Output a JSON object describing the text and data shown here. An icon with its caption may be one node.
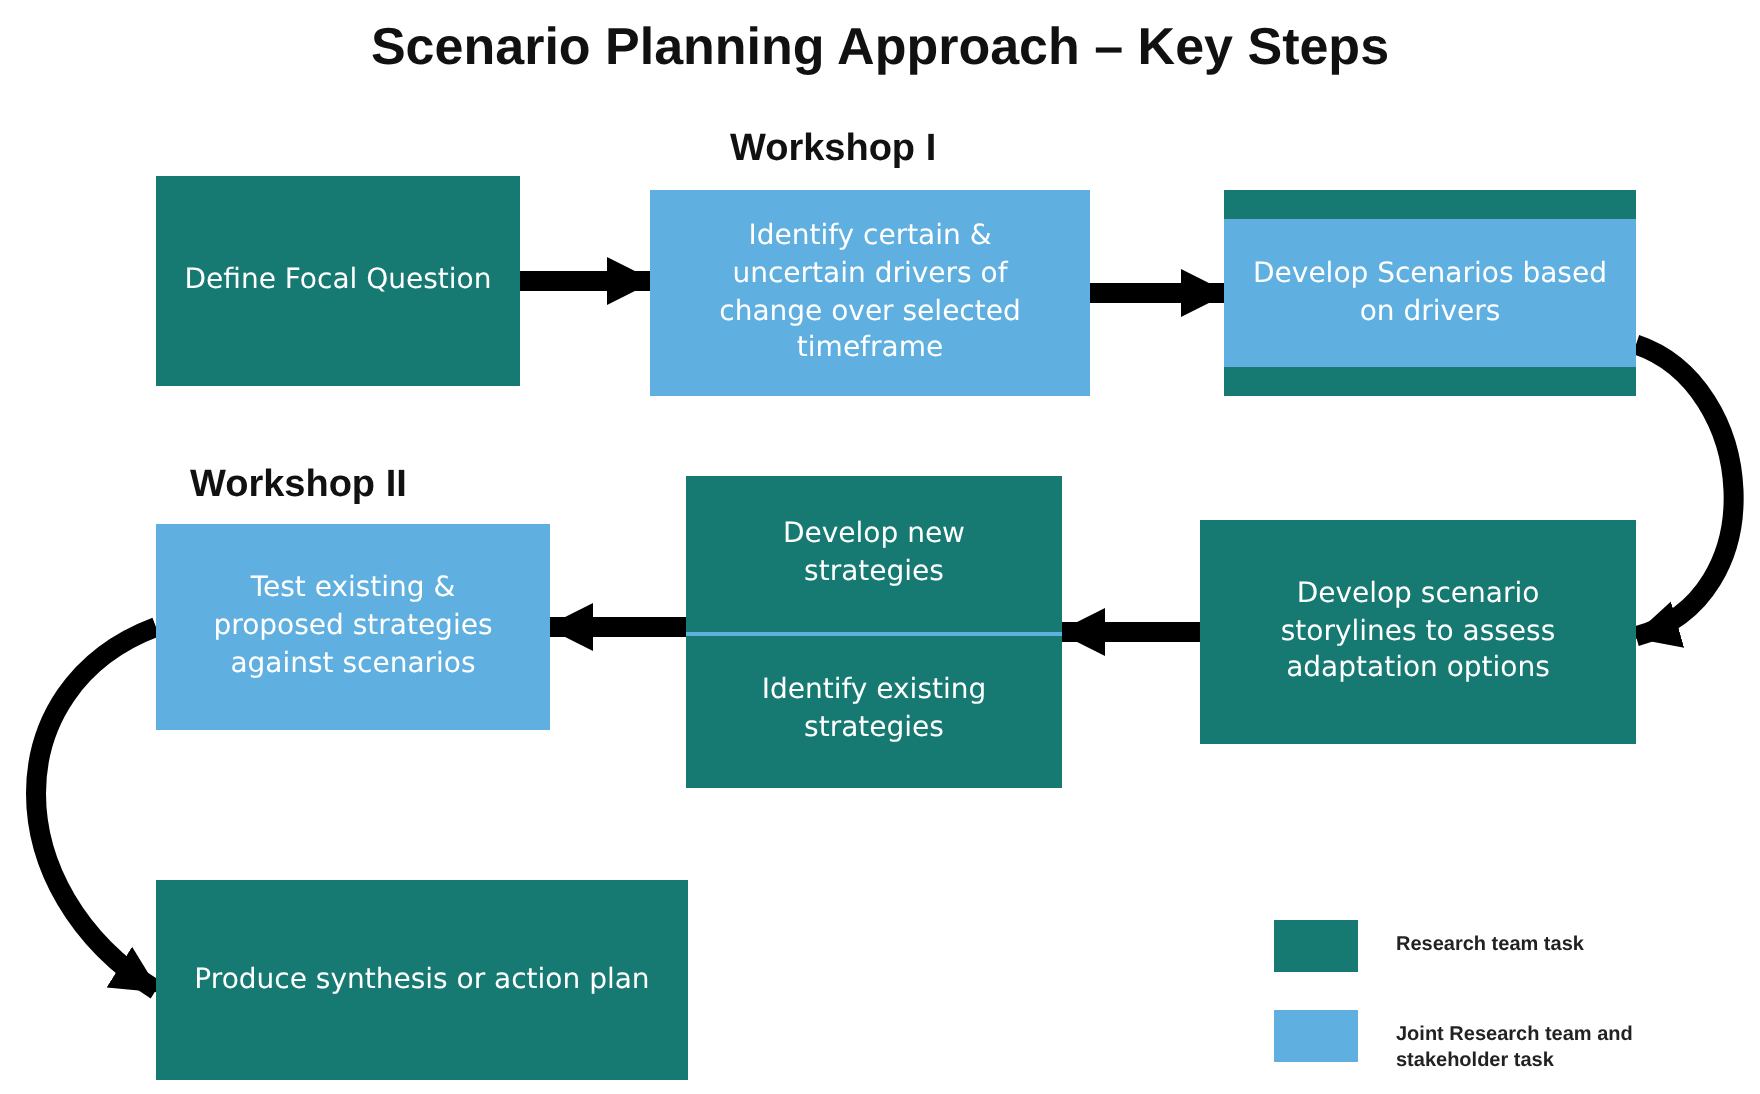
{
  "diagram": {
    "title": "Scenario Planning Approach – Key Steps",
    "nodes": [
      {
        "text": [
          "Define Focal Question"
        ]
      },
      {
        "text": [
          "Workshop I",
          "Identify certain & uncertain drivers of change over selected timeframe"
        ]
      },
      {
        "text": [
          "Develop Scenarios based on drivers"
        ]
      },
      {
        "text": [
          "Develop  scenario storylines to assess adaptation options"
        ]
      },
      {
        "text": [
          "Develop new strategies",
          "Identify existing strategies"
        ]
      },
      {
        "text": [
          "Workshop II",
          "Test existing  & proposed strategies against scenarios"
        ]
      },
      {
        "text": [
          "Produce synthesis or action plan"
        ]
      }
    ],
    "edges": [
      {
        "from": 0,
        "to": 1,
        "arrow": "to"
      },
      {
        "from": 1,
        "to": 2,
        "arrow": "to"
      },
      {
        "from": 2,
        "to": 3,
        "arrow": "to"
      },
      {
        "from": 3,
        "to": 4,
        "arrow": "to"
      },
      {
        "from": 4,
        "to": 5,
        "arrow": "to"
      },
      {
        "from": 5,
        "to": 6,
        "arrow": "to"
      }
    ],
    "legend": [
      {
        "text": "Research team task",
        "color": "#167a72"
      },
      {
        "text": "Joint Research team and stakeholder task",
        "color": "#5fb0e0"
      }
    ]
  }
}
